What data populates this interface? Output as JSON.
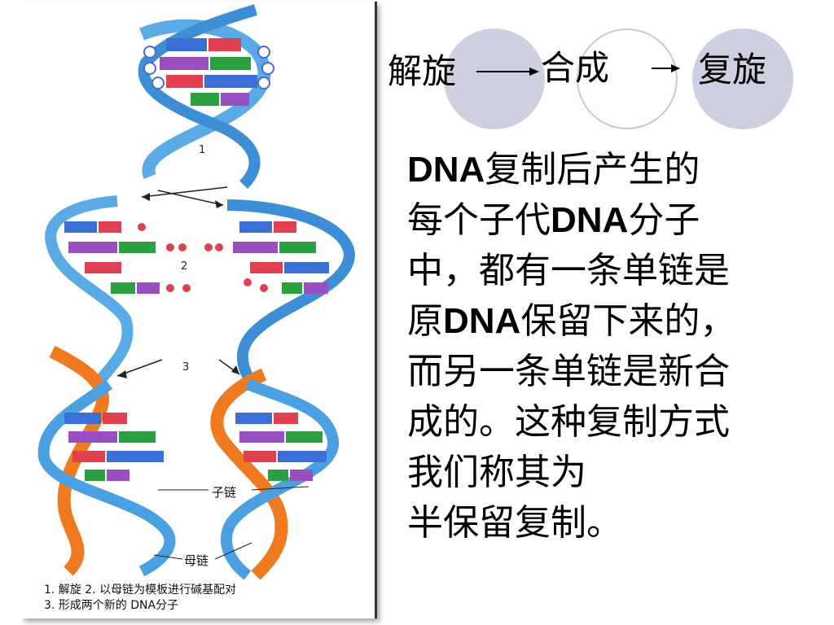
{
  "steps": {
    "unwind": "解旋",
    "synthesize": "合成",
    "rewind": "复旋"
  },
  "body_lines": [
    [
      "DNA",
      "复制后产生的"
    ],
    [
      "每个子代",
      "DNA",
      "分子"
    ],
    [
      "中，都有一条单链是"
    ],
    [
      "原",
      "DNA",
      "保留下来的，"
    ],
    [
      "而另一条单链是新合"
    ],
    [
      "成的。这种复制方式"
    ],
    [
      "我们称其为"
    ],
    [
      "半保留复制。"
    ]
  ],
  "figure": {
    "step_labels": [
      "1",
      "2",
      "3"
    ],
    "daughter_strand_label": "子链",
    "parent_strand_label": "母链",
    "caption_line1": "1. 解旋   2. 以母链为模板进行碱基配对",
    "caption_line2": "3. 形成两个新的 DNA分子",
    "base_pairs_top": [
      [
        "A",
        "T"
      ],
      [
        "G",
        "C"
      ],
      [
        "T",
        "A"
      ],
      [
        "C",
        "G"
      ]
    ],
    "base_pairs_mid_left": [
      [
        "A",
        "T"
      ],
      [
        "G",
        "C"
      ],
      [
        "T",
        ""
      ],
      [
        "C",
        "G"
      ]
    ],
    "base_pairs_mid_right": [
      [
        "A",
        "T"
      ],
      [
        "G",
        "C"
      ],
      [
        "T",
        "A"
      ],
      [
        "C",
        "G"
      ]
    ],
    "base_pairs_bottom": [
      [
        "A",
        "T"
      ],
      [
        "G",
        "C"
      ],
      [
        "T",
        "A"
      ],
      [
        "C",
        "G"
      ]
    ]
  },
  "colors": {
    "parent_strand": "#4aa0e0",
    "daughter_strand": "#f07a20",
    "base_A": "#3a6fd8",
    "base_T": "#e04050",
    "base_G": "#9a4fc0",
    "base_C": "#2aa040",
    "phosphate": "#ffffff",
    "circle_fill": "#cfcfe2"
  }
}
